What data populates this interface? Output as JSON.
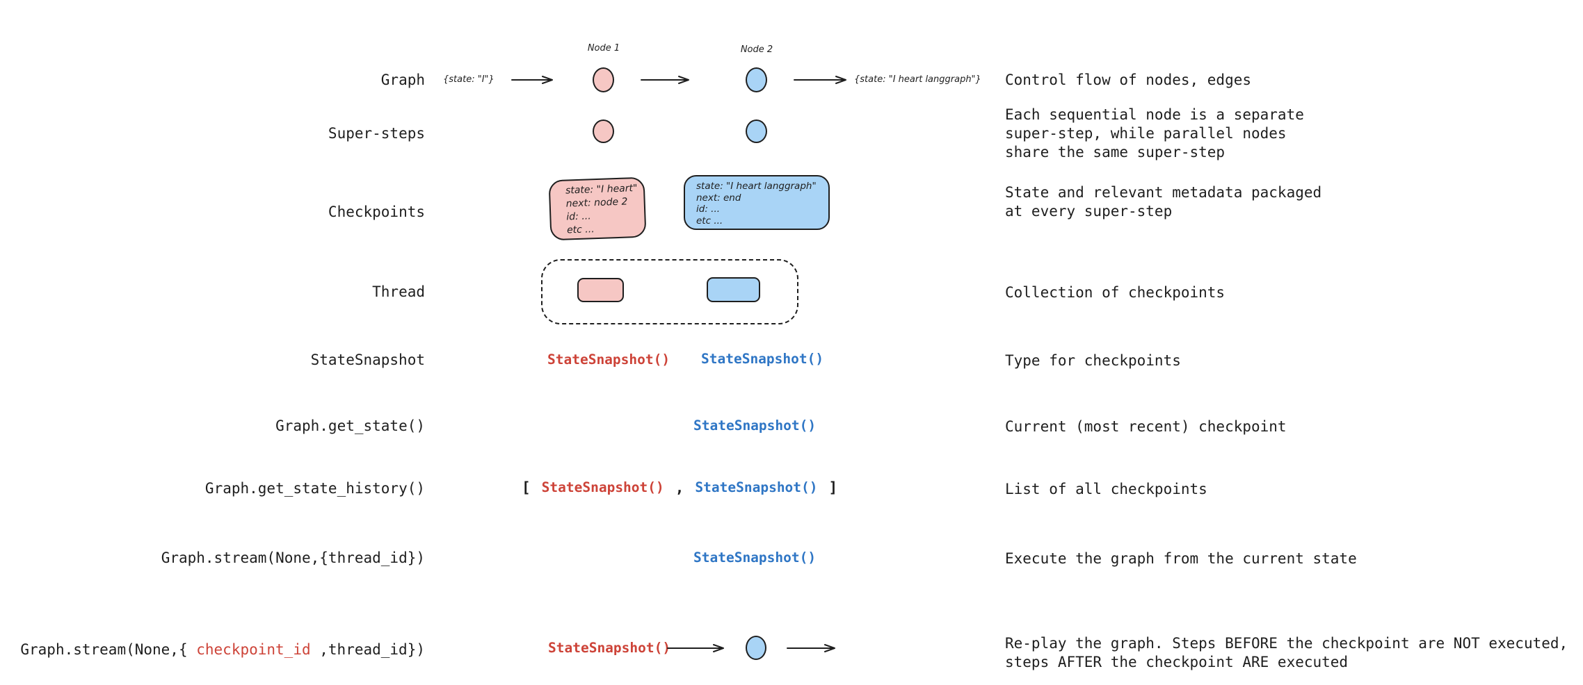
{
  "palette": {
    "ink": "#1e1e1e",
    "pink_fill": "#f6c7c4",
    "blue_fill": "#a9d4f6",
    "red_text": "#cd4338",
    "blue_text": "#2f76c5"
  },
  "rows": {
    "graph": {
      "label": "Graph",
      "input_state": "{state: \"I\"}",
      "node1_label": "Node 1",
      "node2_label": "Node 2",
      "output_state": "{state: \"I heart langgraph\"}",
      "description": "Control flow of nodes, edges"
    },
    "super_steps": {
      "label": "Super-steps",
      "description": "Each sequential node is a separate\nsuper-step, while parallel nodes\nshare the same super-step"
    },
    "checkpoints": {
      "label": "Checkpoints",
      "pink_box_lines": [
        "state: \"I heart\"",
        "next: node 2",
        "id: ...",
        "etc ..."
      ],
      "blue_box_lines": [
        "state: \"I heart langgraph\"",
        "next: end",
        "id: ...",
        "etc ..."
      ],
      "description": "State and relevant metadata packaged\nat every super-step"
    },
    "thread": {
      "label": "Thread",
      "description": "Collection of checkpoints"
    },
    "state_snapshot": {
      "label": "StateSnapshot",
      "red_snapshot": "StateSnapshot()",
      "blue_snapshot": "StateSnapshot()",
      "description": "Type for checkpoints"
    },
    "get_state": {
      "label": "Graph.get_state()",
      "blue_snapshot": "StateSnapshot()",
      "description": "Current (most recent) checkpoint"
    },
    "get_state_history": {
      "label": "Graph.get_state_history()",
      "bracket_open": "[",
      "red_snapshot": "StateSnapshot()",
      "comma": ",",
      "blue_snapshot": "StateSnapshot()",
      "bracket_close": "]",
      "description": "List of all checkpoints"
    },
    "stream_thread": {
      "label": "Graph.stream(None,{thread_id})",
      "blue_snapshot": "StateSnapshot()",
      "description": "Execute the graph from the current state"
    },
    "stream_checkpoint": {
      "label_pre": "Graph.stream(None,{ ",
      "label_red": "checkpoint_id",
      "label_post": " ,thread_id})",
      "red_snapshot": "StateSnapshot()",
      "description": "Re-play the graph. Steps BEFORE the checkpoint are NOT executed,\nsteps AFTER the checkpoint ARE executed"
    }
  }
}
